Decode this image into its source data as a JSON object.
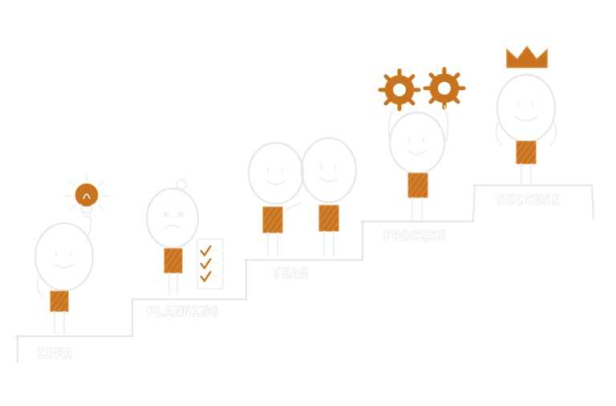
{
  "steps": [
    {
      "id": "idea",
      "label": "IDEA"
    },
    {
      "id": "planning",
      "label": "PLANNING"
    },
    {
      "id": "team",
      "label": "TEAM"
    },
    {
      "id": "process",
      "label": "PROCESS"
    },
    {
      "id": "success",
      "label": "SUCCESS"
    }
  ],
  "colors": {
    "accent": "#c8731f",
    "outline": "#e7e7e7",
    "background": "#ffffff"
  },
  "icons": [
    "lightbulb-icon",
    "checklist-icon",
    "gear-icon",
    "crown-icon"
  ]
}
